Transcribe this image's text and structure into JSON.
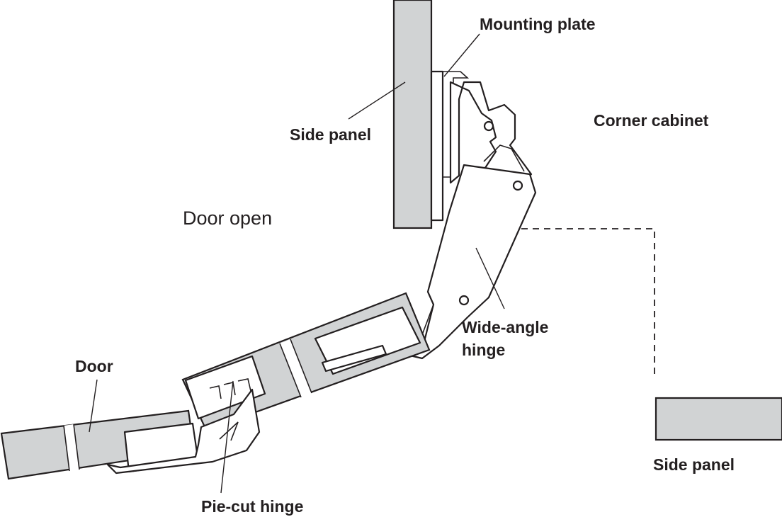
{
  "labels": {
    "mounting_plate": "Mounting plate",
    "side_panel_top": "Side panel",
    "corner_cabinet": "Corner cabinet",
    "door_open": "Door open",
    "wide_angle_hinge_line1": "Wide-angle",
    "wide_angle_hinge_line2": "hinge",
    "door": "Door",
    "side_panel_bottom": "Side panel",
    "pie_cut_hinge": "Pie-cut hinge"
  },
  "colors": {
    "panel_fill": "#d1d3d4",
    "line": "#231f20",
    "background": "#ffffff"
  }
}
